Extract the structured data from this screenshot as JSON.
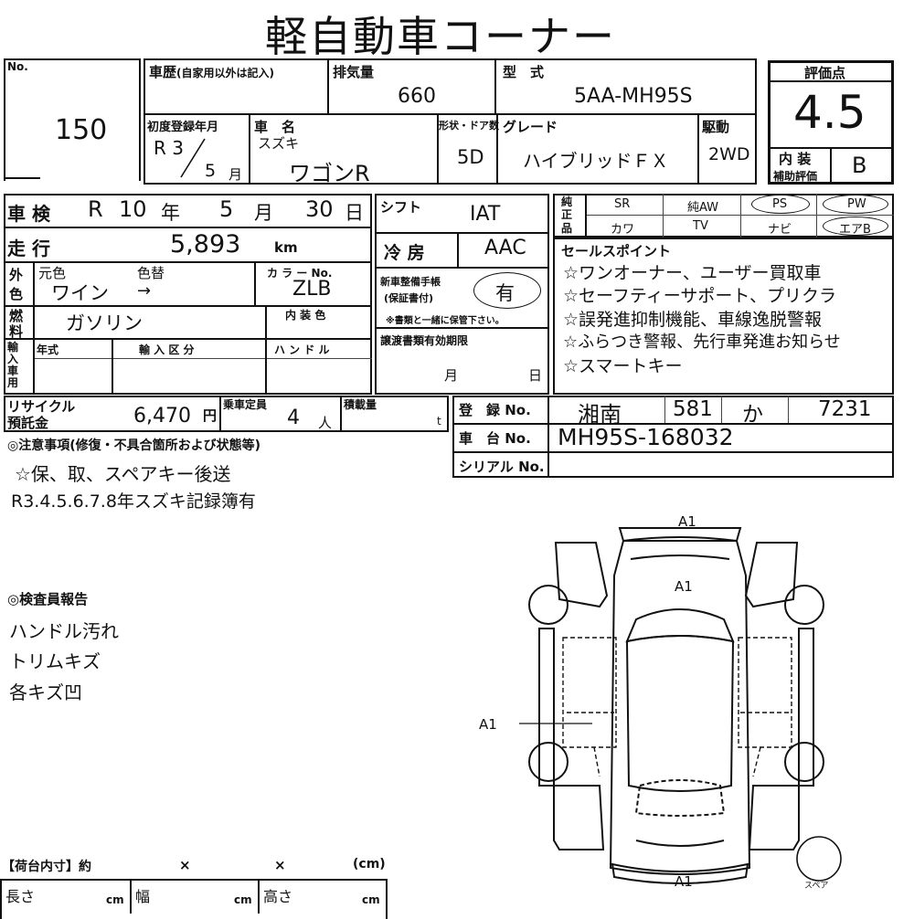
{
  "title": "軽自動車コーナー",
  "lot": {
    "label": "No.",
    "value": "150"
  },
  "history": {
    "label": "車歴",
    "note": "(自家用以外は記入)"
  },
  "displacement": {
    "label": "排気量",
    "value": "660"
  },
  "model_code": {
    "label": "型　式",
    "value": "5AA-MH95S"
  },
  "score": {
    "label": "評価点",
    "value": "4.5",
    "interior_label_1": "内 装",
    "interior_label_2": "補助評価",
    "interior_value": "B"
  },
  "first_reg": {
    "label": "初度登録年月",
    "era": "R 3",
    "month": "5",
    "month_unit": "月"
  },
  "car_name": {
    "label": "車　名",
    "maker": "スズキ",
    "name": "ワゴンR"
  },
  "doors": {
    "label": "形状・ドア数",
    "value": "5D"
  },
  "grade": {
    "label": "グレード",
    "value": "ハイブリッドＦＸ"
  },
  "drive": {
    "label": "駆動",
    "value": "2WD"
  },
  "inspection": {
    "label": "車 検",
    "era": "R",
    "year": "10",
    "year_unit": "年",
    "month": "5",
    "month_unit": "月",
    "day": "30",
    "day_unit": "日"
  },
  "mileage": {
    "label": "走 行",
    "value": "5,893",
    "unit": "km"
  },
  "shift": {
    "label": "シフト",
    "value": "IAT"
  },
  "ac": {
    "label": "冷 房",
    "value": "AAC"
  },
  "equipment": {
    "label_1": "純",
    "label_2": "正",
    "label_3": "品",
    "row1": [
      "SR",
      "純AW",
      "PS",
      "PW"
    ],
    "row2": [
      "カワ",
      "TV",
      "ナビ",
      "エアB"
    ]
  },
  "exterior_color": {
    "label_1": "外",
    "label_2": "色",
    "orig_label": "元色",
    "repaint_label": "色替",
    "value": "ワイン",
    "arrow": "→"
  },
  "color_no": {
    "label": "カ ラ ー No.",
    "value": "ZLB"
  },
  "fuel": {
    "label_1": "燃",
    "label_2": "料",
    "value": "ガソリン"
  },
  "interior_color": {
    "label": "内 装 色"
  },
  "warranty": {
    "label_1": "新車整備手帳",
    "label_2": "(保証書付)",
    "value": "有",
    "note": "※書類と一緒に保管下さい。"
  },
  "sales_points": {
    "label": "セールスポイント",
    "items": [
      "☆ワンオーナー、ユーザー買取車",
      "☆セーフティーサポート、プリクラ",
      "☆誤発進抑制機能、車線逸脱警報",
      "☆ふらつき警報、先行車発進お知らせ",
      "☆スマートキー"
    ]
  },
  "import": {
    "label": "輸入車用",
    "year_label": "年式",
    "category_label": "輸 入 区 分",
    "handle_label": "ハ ン ド ル"
  },
  "transfer_docs": {
    "label": "譲渡書類有効期限",
    "month_unit": "月",
    "day_unit": "日"
  },
  "recycle": {
    "label_1": "リサイクル",
    "label_2": "預託金",
    "value": "6,470",
    "unit": "円"
  },
  "capacity": {
    "label": "乗車定員",
    "value": "4",
    "unit": "人"
  },
  "load": {
    "label": "積載量",
    "unit": "t"
  },
  "registration": {
    "label": "登　録 No.",
    "area": "湘南",
    "class": "581",
    "kana": "か",
    "number": "7231"
  },
  "chassis": {
    "label": "車　台 No.",
    "value": "MH95S-168032"
  },
  "serial": {
    "label": "シリアル No."
  },
  "notes": {
    "label": "◎注意事項(修復・不具合箇所および状態等)",
    "lines": [
      "☆保、取、スペアキー後送",
      "R3.4.5.6.7.8年スズキ記録簿有"
    ]
  },
  "inspector": {
    "label": "◎検査員報告",
    "lines": [
      "ハンドル汚れ",
      "トリムキズ",
      "各キズ凹"
    ]
  },
  "diagram": {
    "marks": [
      "A1",
      "A1",
      "A1",
      "A1"
    ],
    "spare_label": "スペア"
  },
  "cargo": {
    "label": "【荷台内寸】約",
    "x1": "×",
    "x2": "×",
    "unit": "(cm)",
    "length_label": "長さ",
    "width_label": "幅",
    "height_label": "高さ",
    "cm": "cm"
  }
}
